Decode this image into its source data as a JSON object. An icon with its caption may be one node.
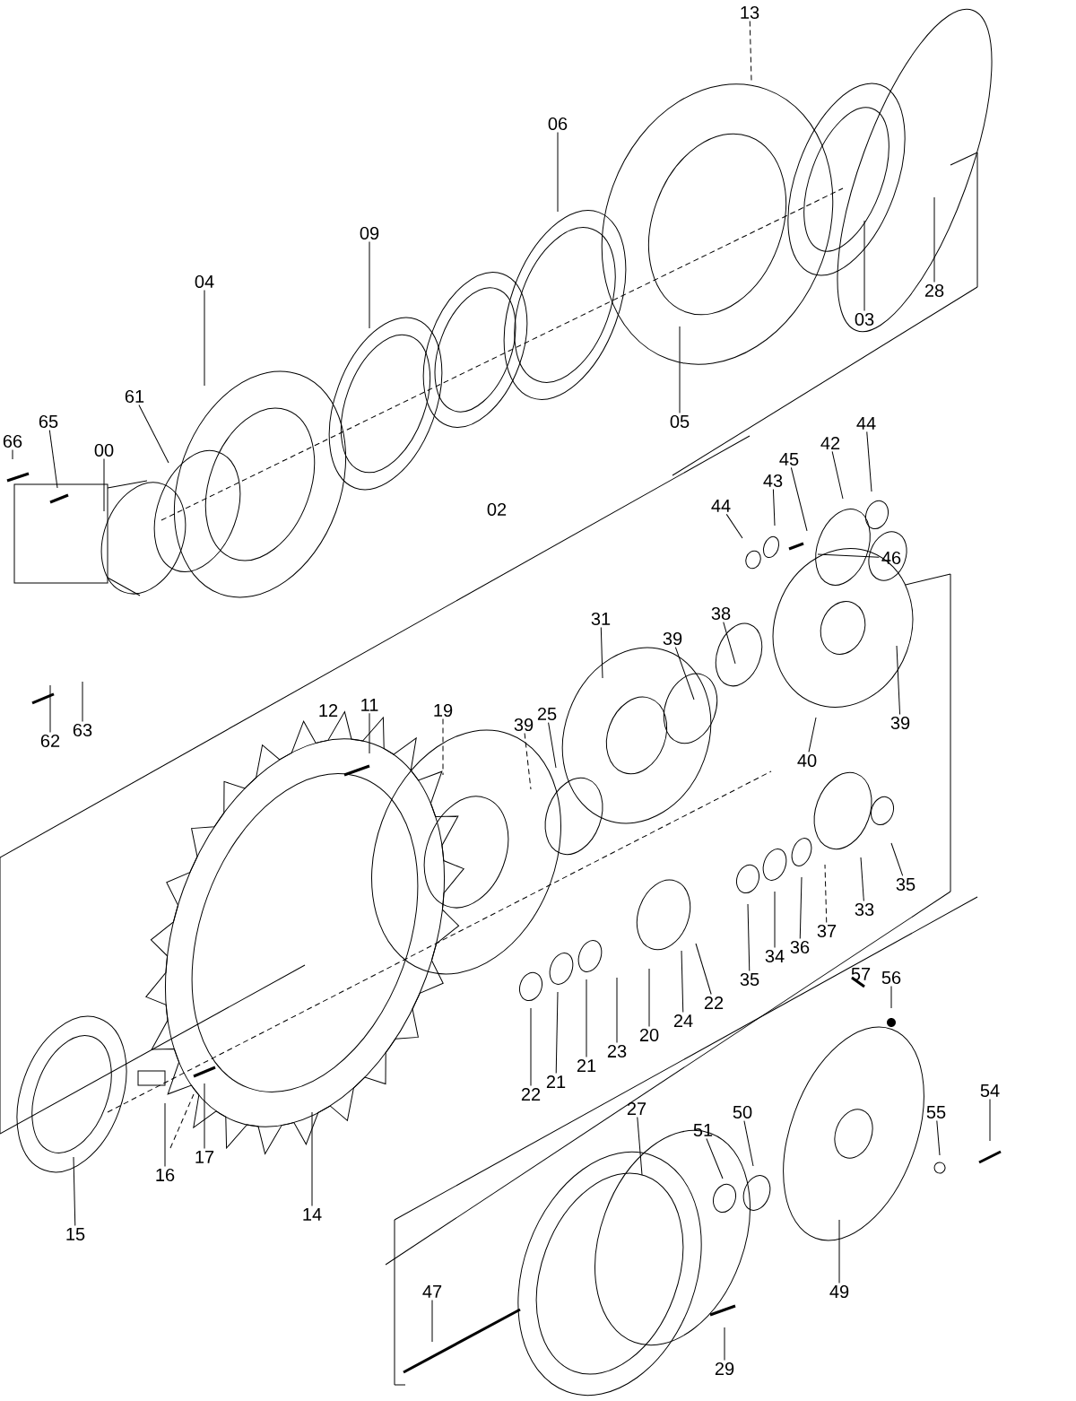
{
  "diagram": {
    "nodes": [
      {
        "text": [
          "13"
        ]
      },
      {
        "text": [
          "06"
        ]
      },
      {
        "text": [
          "09"
        ]
      },
      {
        "text": [
          "04"
        ]
      },
      {
        "text": [
          "28"
        ]
      },
      {
        "text": [
          "03"
        ]
      },
      {
        "text": [
          "61"
        ]
      },
      {
        "text": [
          "05"
        ]
      },
      {
        "text": [
          "65"
        ]
      },
      {
        "text": [
          "44"
        ]
      },
      {
        "text": [
          "66"
        ]
      },
      {
        "text": [
          "42"
        ]
      },
      {
        "text": [
          "00"
        ]
      },
      {
        "text": [
          "45"
        ]
      },
      {
        "text": [
          "43"
        ]
      },
      {
        "text": [
          "44"
        ]
      },
      {
        "text": [
          "46"
        ]
      },
      {
        "text": [
          "38"
        ]
      },
      {
        "text": [
          "31"
        ]
      },
      {
        "text": [
          "39"
        ]
      },
      {
        "text": [
          "11"
        ]
      },
      {
        "text": [
          "25"
        ]
      },
      {
        "text": [
          "19"
        ]
      },
      {
        "text": [
          "39"
        ]
      },
      {
        "text": [
          "39"
        ]
      },
      {
        "text": [
          "63"
        ]
      },
      {
        "text": [
          "62"
        ]
      },
      {
        "text": [
          "40"
        ]
      },
      {
        "text": [
          "35"
        ]
      },
      {
        "text": [
          "33"
        ]
      },
      {
        "text": [
          "37"
        ]
      },
      {
        "text": [
          "36"
        ]
      },
      {
        "text": [
          "34"
        ]
      },
      {
        "text": [
          "35"
        ]
      },
      {
        "text": [
          "56"
        ]
      },
      {
        "text": [
          "22"
        ]
      },
      {
        "text": [
          "24"
        ]
      },
      {
        "text": [
          "20"
        ]
      },
      {
        "text": [
          "23"
        ]
      },
      {
        "text": [
          "21"
        ]
      },
      {
        "text": [
          "21"
        ]
      },
      {
        "text": [
          "22"
        ]
      },
      {
        "text": [
          "50"
        ]
      },
      {
        "text": [
          "55"
        ]
      },
      {
        "text": [
          "27"
        ]
      },
      {
        "text": [
          "51"
        ]
      },
      {
        "text": [
          "54"
        ]
      },
      {
        "text": [
          "17"
        ]
      },
      {
        "text": [
          "16"
        ]
      },
      {
        "text": [
          "14"
        ]
      },
      {
        "text": [
          "15"
        ]
      },
      {
        "text": [
          "47"
        ]
      },
      {
        "text": [
          "49"
        ]
      },
      {
        "text": [
          "29"
        ]
      }
    ],
    "edges": [
      {
        "from": 0,
        "to": null,
        "arrow": "none",
        "style": "dashed"
      },
      {
        "from": 1,
        "to": null,
        "arrow": "none"
      },
      {
        "from": 2,
        "to": null,
        "arrow": "none"
      },
      {
        "from": 3,
        "to": null,
        "arrow": "none"
      },
      {
        "from": 4,
        "to": null,
        "arrow": "none"
      },
      {
        "from": 5,
        "to": null,
        "arrow": "none"
      },
      {
        "from": 6,
        "to": null,
        "arrow": "none"
      },
      {
        "from": 7,
        "to": null,
        "arrow": "none"
      },
      {
        "from": 8,
        "to": null,
        "arrow": "none"
      },
      {
        "from": 9,
        "to": null,
        "arrow": "none"
      },
      {
        "from": 10,
        "to": null,
        "arrow": "none"
      },
      {
        "from": 11,
        "to": null,
        "arrow": "none"
      },
      {
        "from": 12,
        "to": null,
        "arrow": "none"
      },
      {
        "from": 13,
        "to": null,
        "arrow": "none"
      },
      {
        "from": 14,
        "to": null,
        "arrow": "none"
      },
      {
        "from": 15,
        "to": null,
        "arrow": "none"
      },
      {
        "from": 16,
        "to": null,
        "arrow": "none"
      },
      {
        "from": 17,
        "to": null,
        "arrow": "none"
      },
      {
        "from": 18,
        "to": null,
        "arrow": "none"
      },
      {
        "from": 19,
        "to": null,
        "arrow": "none"
      },
      {
        "from": 20,
        "to": null,
        "arrow": "none"
      },
      {
        "from": 21,
        "to": null,
        "arrow": "none"
      },
      {
        "from": 22,
        "to": null,
        "arrow": "none",
        "style": "dashed"
      },
      {
        "from": 23,
        "to": null,
        "arrow": "none"
      },
      {
        "from": 24,
        "to": null,
        "arrow": "none",
        "style": "dashed"
      },
      {
        "from": 25,
        "to": null,
        "arrow": "none"
      },
      {
        "from": 26,
        "to": null,
        "arrow": "none"
      },
      {
        "from": 27,
        "to": null,
        "arrow": "none"
      },
      {
        "from": 28,
        "to": null,
        "arrow": "none"
      },
      {
        "from": 29,
        "to": null,
        "arrow": "none"
      },
      {
        "from": 30,
        "to": null,
        "arrow": "none",
        "style": "dashed"
      },
      {
        "from": 31,
        "to": null,
        "arrow": "none"
      },
      {
        "from": 32,
        "to": null,
        "arrow": "none"
      },
      {
        "from": 33,
        "to": null,
        "arrow": "none"
      },
      {
        "from": 34,
        "to": null,
        "arrow": "none"
      },
      {
        "from": 35,
        "to": null,
        "arrow": "none"
      },
      {
        "from": 36,
        "to": null,
        "arrow": "none"
      },
      {
        "from": 37,
        "to": null,
        "arrow": "none"
      },
      {
        "from": 38,
        "to": null,
        "arrow": "none"
      },
      {
        "from": 39,
        "to": null,
        "arrow": "none"
      },
      {
        "from": 40,
        "to": null,
        "arrow": "none"
      },
      {
        "from": 41,
        "to": null,
        "arrow": "none"
      },
      {
        "from": 42,
        "to": null,
        "arrow": "none"
      },
      {
        "from": 43,
        "to": null,
        "arrow": "none"
      },
      {
        "from": 44,
        "to": null,
        "arrow": "none"
      },
      {
        "from": 45,
        "to": null,
        "arrow": "none"
      },
      {
        "from": 46,
        "to": null,
        "arrow": "none"
      },
      {
        "from": 47,
        "to": null,
        "arrow": "none"
      },
      {
        "from": 48,
        "to": null,
        "arrow": "none"
      },
      {
        "from": 49,
        "to": null,
        "arrow": "none"
      },
      {
        "from": 50,
        "to": null,
        "arrow": "none"
      },
      {
        "from": 51,
        "to": null,
        "arrow": "none"
      },
      {
        "from": 52,
        "to": null,
        "arrow": "none"
      },
      {
        "from": 53,
        "to": null,
        "arrow": "none"
      }
    ],
    "labels": [
      "02",
      "12",
      "57"
    ]
  }
}
